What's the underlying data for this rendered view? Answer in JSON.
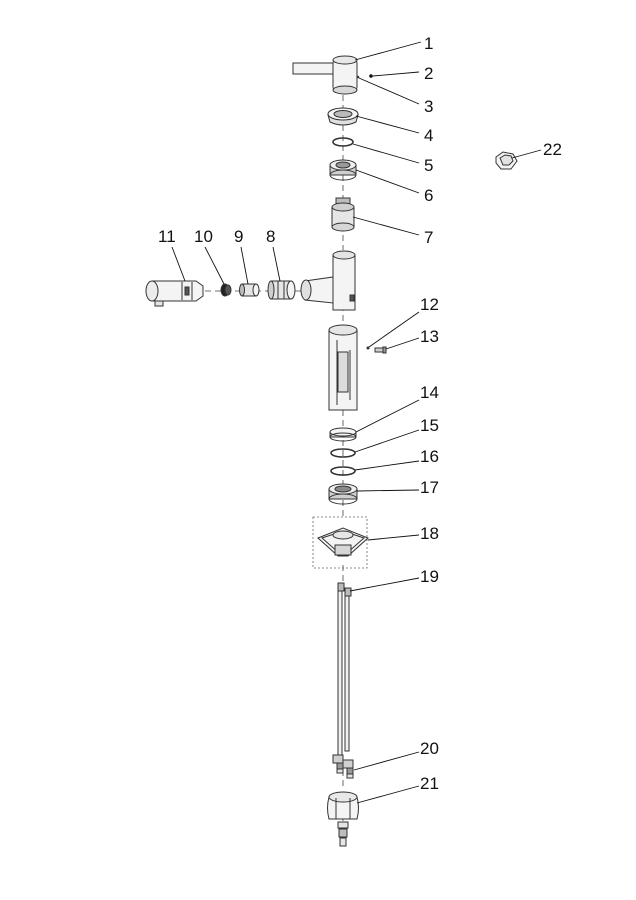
{
  "diagram": {
    "type": "exploded-parts-diagram",
    "callouts": [
      "1",
      "2",
      "3",
      "4",
      "5",
      "6",
      "7",
      "8",
      "9",
      "10",
      "11",
      "12",
      "13",
      "14",
      "15",
      "16",
      "17",
      "18",
      "19",
      "20",
      "21",
      "22"
    ],
    "parts": [
      {
        "callout": "1",
        "icon": "lever-handle-icon"
      },
      {
        "callout": "2",
        "icon": "set-screw-icon"
      },
      {
        "callout": "3",
        "icon": "handle-cap-icon"
      },
      {
        "callout": "4",
        "icon": "dome-cover-icon"
      },
      {
        "callout": "5",
        "icon": "o-ring-icon"
      },
      {
        "callout": "6",
        "icon": "nut-ring-icon"
      },
      {
        "callout": "7",
        "icon": "cartridge-icon"
      },
      {
        "callout": "8",
        "icon": "hose-connector-icon"
      },
      {
        "callout": "9",
        "icon": "adapter-icon"
      },
      {
        "callout": "10",
        "icon": "aerator-screen-icon"
      },
      {
        "callout": "11",
        "icon": "pull-out-spray-head-icon"
      },
      {
        "callout": "12",
        "icon": "pin-icon"
      },
      {
        "callout": "13",
        "icon": "screw-icon"
      },
      {
        "callout": "14",
        "icon": "ring-icon"
      },
      {
        "callout": "15",
        "icon": "o-ring-icon"
      },
      {
        "callout": "16",
        "icon": "o-ring-icon"
      },
      {
        "callout": "17",
        "icon": "threaded-ring-icon"
      },
      {
        "callout": "18",
        "icon": "base-plate-icon"
      },
      {
        "callout": "19",
        "icon": "supply-hoses-icon"
      },
      {
        "callout": "20",
        "icon": "hose-fittings-icon"
      },
      {
        "callout": "21",
        "icon": "counterweight-icon"
      },
      {
        "callout": "22",
        "icon": "hex-nut-icon"
      }
    ],
    "colors": {
      "line": "#333333",
      "fill": "#f4f4f4",
      "shade": "#cfcfcf",
      "dark": "#555555",
      "text": "#111111"
    }
  }
}
